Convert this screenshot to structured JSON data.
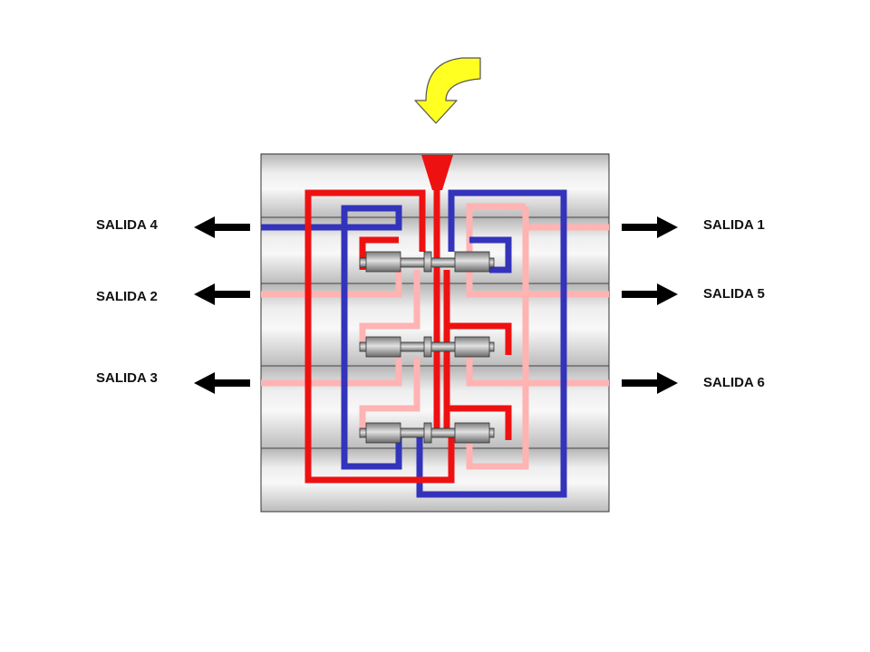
{
  "outputs": {
    "left": [
      {
        "label": "SALIDA 4"
      },
      {
        "label": "SALIDA 2"
      },
      {
        "label": "SALIDA 3"
      }
    ],
    "right": [
      {
        "label": "SALIDA 1"
      },
      {
        "label": "SALIDA 5"
      },
      {
        "label": "SALIDA 6"
      }
    ]
  },
  "colors": {
    "inlet_arrow": "#ffff22",
    "hot_channel": "#ee1111",
    "cold_channel": "#3333bb",
    "light_channel": "#ffb3b3",
    "block_gray": "#d4d4d4",
    "outlet_arrow": "#000000"
  },
  "icons": {
    "inlet": "curved-arrow-down-icon",
    "outlet": "arrow-icon",
    "valve": "valve-spool-icon"
  }
}
